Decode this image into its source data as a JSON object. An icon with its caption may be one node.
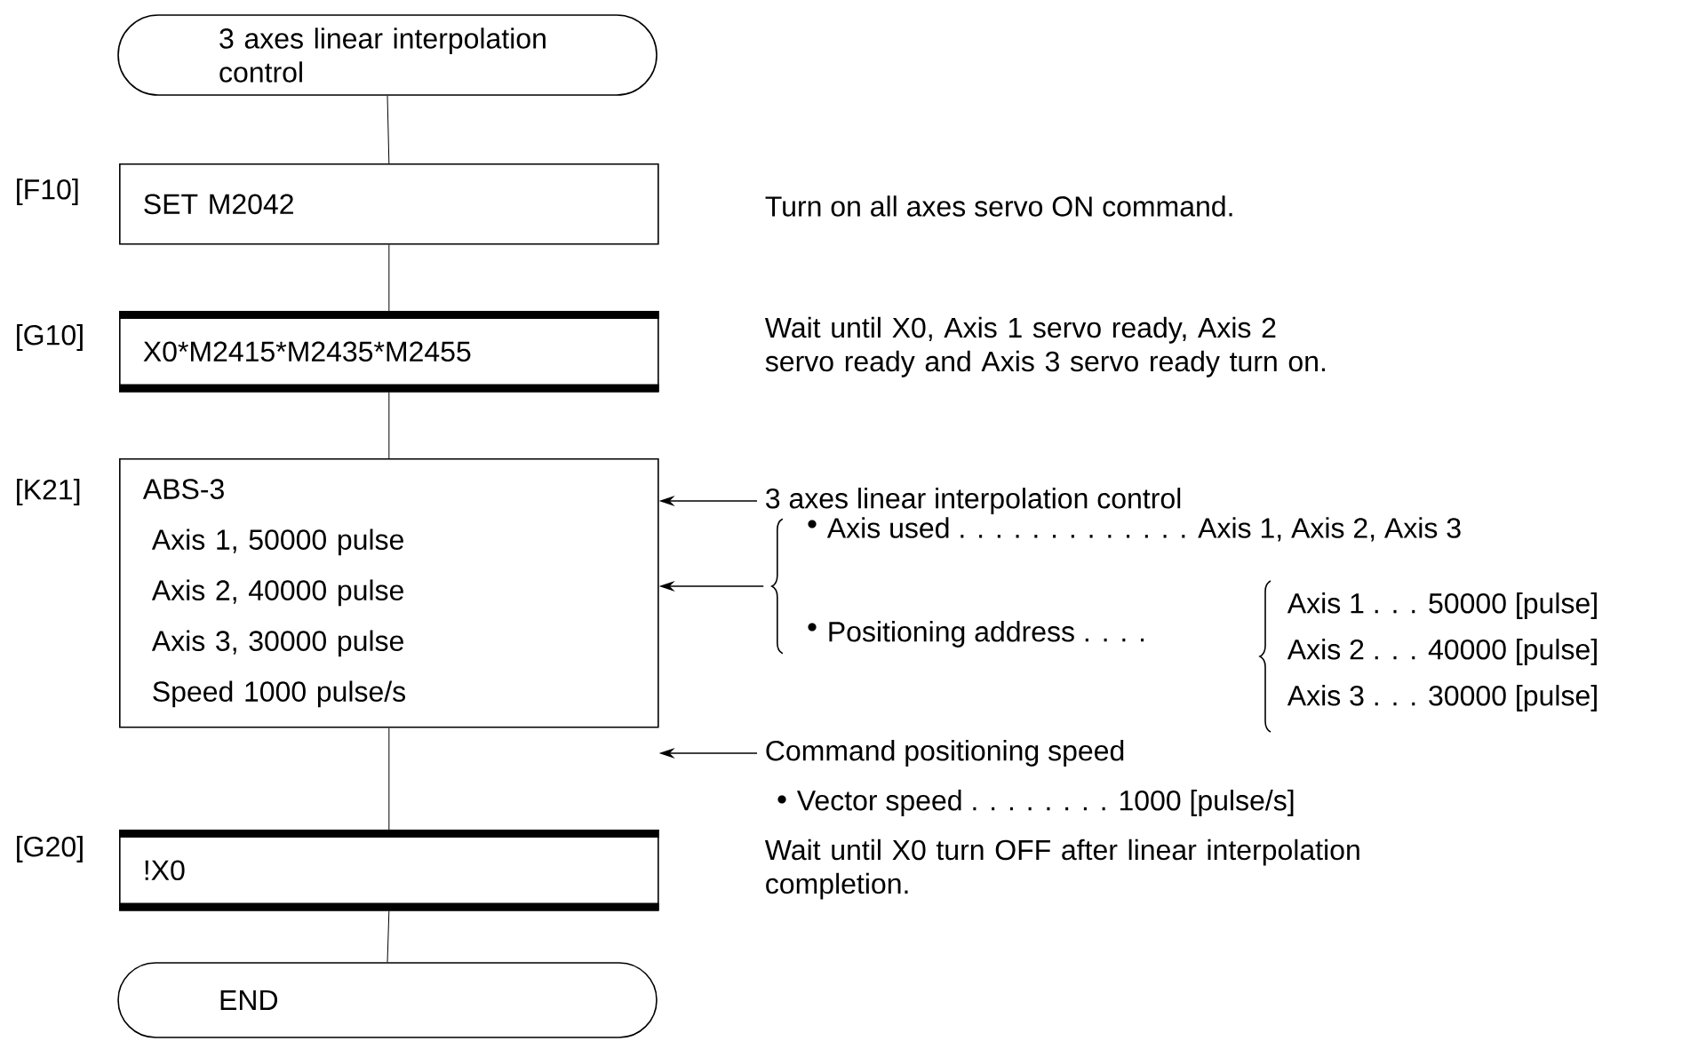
{
  "diagram": {
    "nodes": [
      {
        "text": [
          "3 axes linear interpolation control"
        ]
      },
      {
        "text": [
          "SET M2042"
        ],
        "beside": [
          "[F10]"
        ]
      },
      {
        "text": [
          "X0*M2415*M2435*M2455"
        ],
        "beside": [
          "[G10]"
        ]
      },
      {
        "text": [
          "ABS-3",
          "Axis 1, 50000 pulse",
          "Axis 2, 40000 pulse",
          "Axis 3, 30000 pulse",
          "Speed 1000 pulse/s"
        ],
        "beside": [
          "[K21]"
        ]
      },
      {
        "text": [
          "!X0"
        ],
        "beside": [
          "[G20]"
        ]
      },
      {
        "text": [
          "END"
        ]
      },
      {
        "text": [
          "3 axes linear interpolation control"
        ]
      },
      {
        "text": [],
        "shape": "brace"
      },
      {
        "text": [
          "Command positioning speed"
        ]
      }
    ],
    "edges": [
      {
        "from": 0,
        "to": 1,
        "arrow": "none"
      },
      {
        "from": 1,
        "to": 2,
        "arrow": "none"
      },
      {
        "from": 2,
        "to": 3,
        "arrow": "none"
      },
      {
        "from": 3,
        "to": 4,
        "arrow": "none"
      },
      {
        "from": 4,
        "to": 5,
        "arrow": "none"
      },
      {
        "from": 6,
        "to": 3,
        "arrow": "to"
      },
      {
        "from": 7,
        "to": 3,
        "arrow": "to"
      },
      {
        "from": 8,
        "to": 3,
        "arrow": "to"
      }
    ],
    "labels": [
      "Turn on all axes servo ON command.",
      "Wait until X0, Axis 1 servo ready, Axis 2 servo ready and Axis 3 servo ready turn on.",
      "Axis used . . . . . . . . . . . . . Axis 1, Axis 2, Axis 3",
      "Positioning address . . . .",
      "Axis 1 . . . 50000 [pulse]",
      "Axis 2 . . . 40000 [pulse]",
      "Axis 3 . . . 30000 [pulse]",
      "Vector speed . . . . . . . . 1000 [pulse/s]",
      "Wait until X0 turn OFF after linear interpolation completion."
    ]
  }
}
